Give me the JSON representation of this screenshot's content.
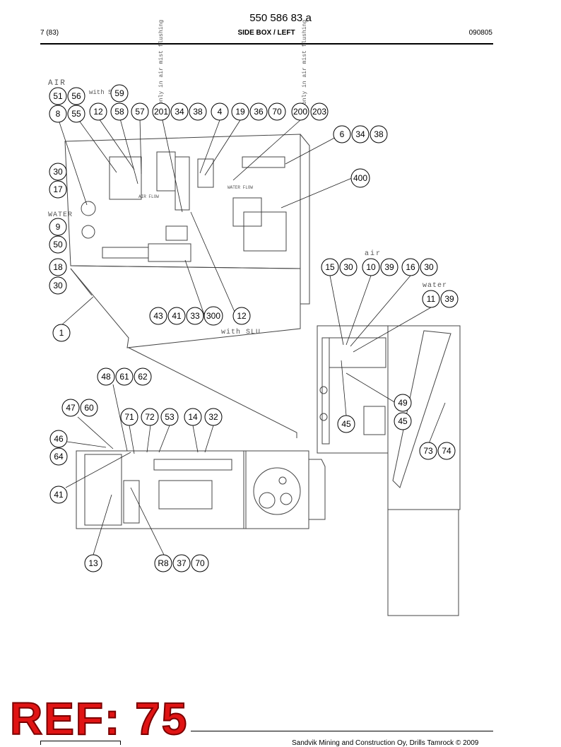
{
  "header": {
    "doc_number": "550 586 83 a",
    "page": "7 (83)",
    "section": "SIDE BOX / LEFT",
    "date": "090805"
  },
  "labels": {
    "air": "AIR",
    "with_slu_top": "with SLU",
    "water": "WATER",
    "only_air_mist_1": "only in air mist flushing",
    "only_air_mist_2": "only in air mist flushing",
    "with_slu_mid": "with SLU",
    "air_right": "air",
    "water_right": "water",
    "water_flow": "WATER FLOW",
    "air_flow": "AIR FLOW"
  },
  "callouts": [
    {
      "id": "c-51",
      "text": "51"
    },
    {
      "id": "c-56",
      "text": "56"
    },
    {
      "id": "c-59",
      "text": "59"
    },
    {
      "id": "c-8",
      "text": "8"
    },
    {
      "id": "c-55",
      "text": "55"
    },
    {
      "id": "c-12a",
      "text": "12"
    },
    {
      "id": "c-58",
      "text": "58"
    },
    {
      "id": "c-57",
      "text": "57"
    },
    {
      "id": "c-201",
      "text": "201"
    },
    {
      "id": "c-34a",
      "text": "34"
    },
    {
      "id": "c-38a",
      "text": "38"
    },
    {
      "id": "c-4",
      "text": "4"
    },
    {
      "id": "c-19",
      "text": "19"
    },
    {
      "id": "c-36",
      "text": "36"
    },
    {
      "id": "c-70a",
      "text": "70"
    },
    {
      "id": "c-200",
      "text": "200"
    },
    {
      "id": "c-203",
      "text": "203"
    },
    {
      "id": "c-6",
      "text": "6"
    },
    {
      "id": "c-34b",
      "text": "34"
    },
    {
      "id": "c-38b",
      "text": "38"
    },
    {
      "id": "c-30a",
      "text": "30"
    },
    {
      "id": "c-400",
      "text": "400"
    },
    {
      "id": "c-17",
      "text": "17"
    },
    {
      "id": "c-9",
      "text": "9"
    },
    {
      "id": "c-50",
      "text": "50"
    },
    {
      "id": "c-18",
      "text": "18"
    },
    {
      "id": "c-30b",
      "text": "30"
    },
    {
      "id": "c-15",
      "text": "15"
    },
    {
      "id": "c-30c",
      "text": "30"
    },
    {
      "id": "c-10",
      "text": "10"
    },
    {
      "id": "c-39a",
      "text": "39"
    },
    {
      "id": "c-16",
      "text": "16"
    },
    {
      "id": "c-30d",
      "text": "30"
    },
    {
      "id": "c-11",
      "text": "11"
    },
    {
      "id": "c-39b",
      "text": "39"
    },
    {
      "id": "c-43",
      "text": "43"
    },
    {
      "id": "c-41a",
      "text": "41"
    },
    {
      "id": "c-33",
      "text": "33"
    },
    {
      "id": "c-300",
      "text": "300"
    },
    {
      "id": "c-12b",
      "text": "12"
    },
    {
      "id": "c-1",
      "text": "1"
    },
    {
      "id": "c-48",
      "text": "48"
    },
    {
      "id": "c-61",
      "text": "61"
    },
    {
      "id": "c-62",
      "text": "62"
    },
    {
      "id": "c-49",
      "text": "49"
    },
    {
      "id": "c-47",
      "text": "47"
    },
    {
      "id": "c-60",
      "text": "60"
    },
    {
      "id": "c-45a",
      "text": "45"
    },
    {
      "id": "c-45b",
      "text": "45"
    },
    {
      "id": "c-71",
      "text": "71"
    },
    {
      "id": "c-72",
      "text": "72"
    },
    {
      "id": "c-53",
      "text": "53"
    },
    {
      "id": "c-14",
      "text": "14"
    },
    {
      "id": "c-32",
      "text": "32"
    },
    {
      "id": "c-46",
      "text": "46"
    },
    {
      "id": "c-73",
      "text": "73"
    },
    {
      "id": "c-74",
      "text": "74"
    },
    {
      "id": "c-64",
      "text": "64"
    },
    {
      "id": "c-41b",
      "text": "41"
    },
    {
      "id": "c-13",
      "text": "13"
    },
    {
      "id": "c-R8",
      "text": "R8"
    },
    {
      "id": "c-37",
      "text": "37"
    },
    {
      "id": "c-70b",
      "text": "70"
    }
  ],
  "stamp": {
    "text": "REF: 75"
  },
  "footer": {
    "text": "Sandvik Mining and Construction Oy, Drills Tamrock © 2009"
  }
}
